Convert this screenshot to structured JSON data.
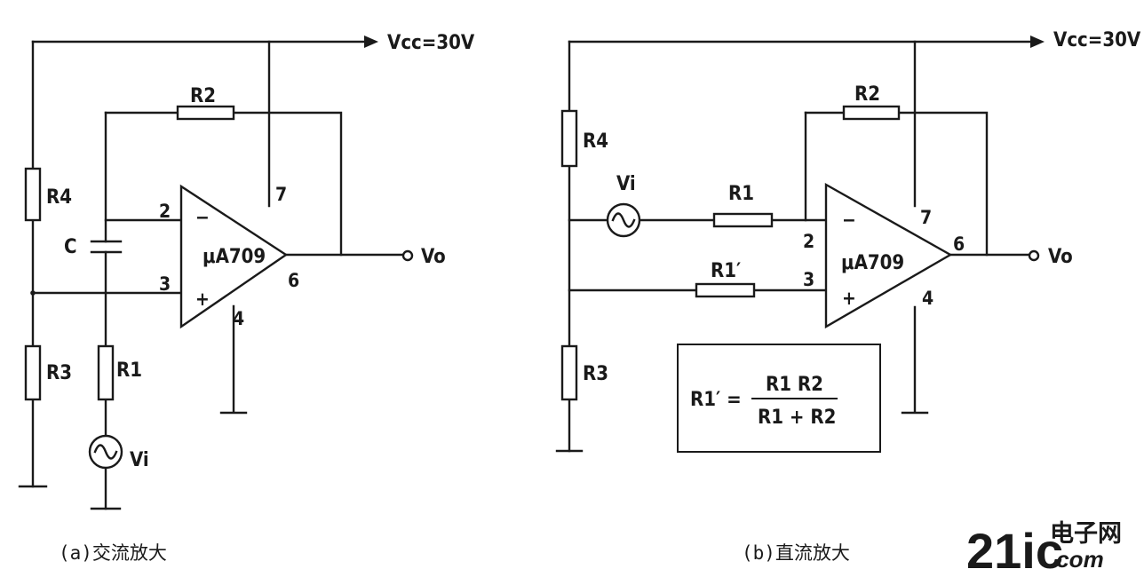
{
  "circuit_a": {
    "supply": "Vcc=30V",
    "resistors": [
      "R2",
      "R4",
      "R3",
      "R1"
    ],
    "capacitor": "C",
    "opamp": "μA709",
    "pins": [
      "2",
      "3",
      "6",
      "7",
      "4"
    ],
    "pin_signs": [
      "−",
      "+"
    ],
    "source": "Vi",
    "output": "Vo",
    "caption": "(a)交流放大"
  },
  "circuit_b": {
    "supply": "Vcc=30V",
    "resistors": [
      "R2",
      "R4",
      "R3",
      "R1",
      "R1′"
    ],
    "opamp": "μA709",
    "pins": [
      "2",
      "3",
      "6",
      "7",
      "4"
    ],
    "pin_signs": [
      "−",
      "+"
    ],
    "source": "Vi",
    "output": "Vo",
    "formula": {
      "lhs": "R1′ =",
      "numerator": "R1 R2",
      "denominator": "R1 + R2"
    },
    "caption": "(b)直流放大"
  },
  "watermark": {
    "brand": "21ic",
    "cn": "电子网",
    "domain": ".com"
  },
  "colors": {
    "line": "#1a1a1a",
    "watermark_red": "#d9333f",
    "watermark_cn": "#c8c8cc"
  }
}
